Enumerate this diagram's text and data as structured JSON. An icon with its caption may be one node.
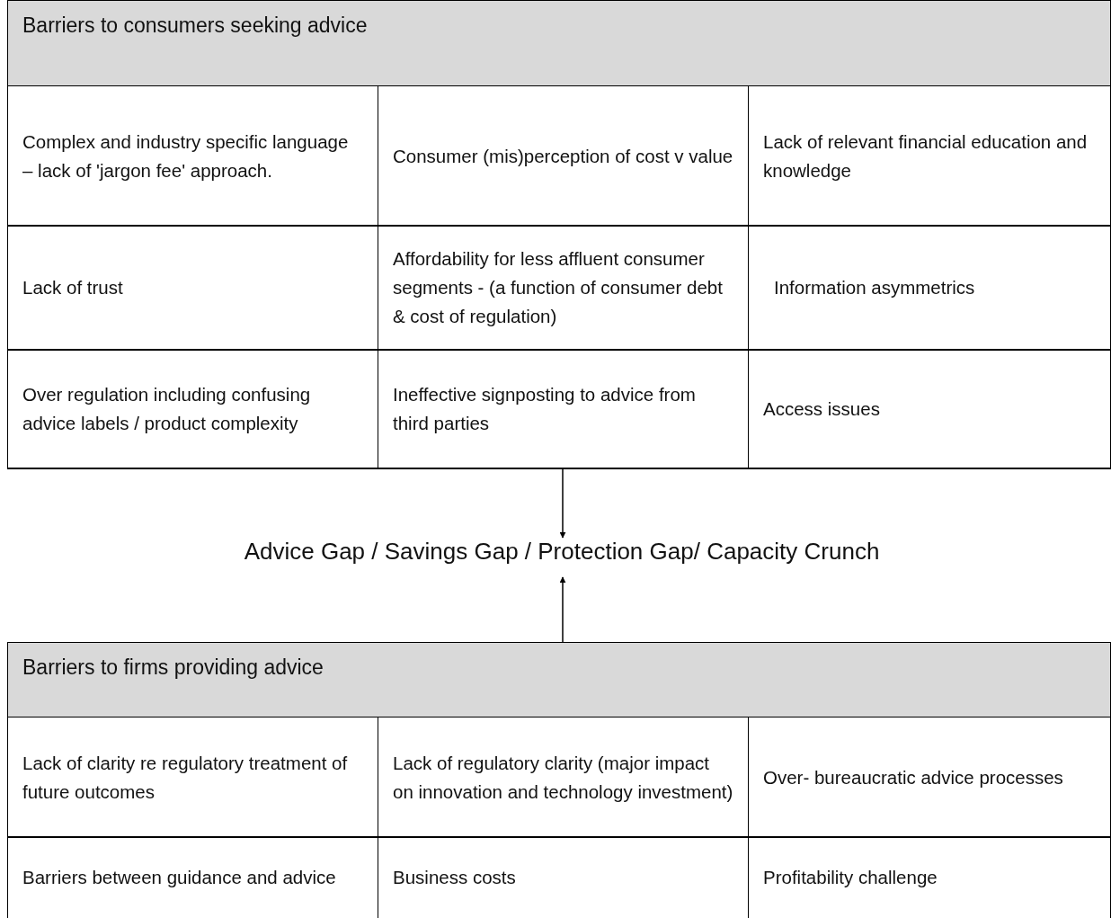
{
  "diagram": {
    "nodes": [
      {
        "text": [
          "Barriers to consumers seeking advice"
        ]
      },
      {
        "text": [
          "Complex and industry specific language – lack of 'jargon fee' approach."
        ],
        "in": 0
      },
      {
        "text": [
          "Consumer (mis)perception of cost v value"
        ],
        "in": 0
      },
      {
        "text": [
          "Lack of relevant financial education and knowledge"
        ],
        "in": 0
      },
      {
        "text": [
          "Lack of trust"
        ],
        "in": 0
      },
      {
        "text": [
          "Affordability for less affluent consumer segments - (a function of consumer debt & cost of regulation)"
        ],
        "in": 0
      },
      {
        "text": [
          "Information asymmetrics"
        ],
        "in": 0
      },
      {
        "text": [
          "Over regulation including confusing advice labels / product complexity"
        ],
        "in": 0
      },
      {
        "text": [
          "Ineffective signposting to advice from third parties"
        ],
        "in": 0
      },
      {
        "text": [
          "Access issues"
        ],
        "in": 0
      },
      {
        "text": [
          "Advice Gap / Savings Gap / Protection Gap/ Capacity Crunch"
        ]
      },
      {
        "text": [
          "Barriers to firms providing advice"
        ]
      },
      {
        "text": [
          "Lack of clarity re regulatory treatment of future outcomes"
        ],
        "in": 11
      },
      {
        "text": [
          "Lack of regulatory clarity (major impact on innovation and technology investment)"
        ],
        "in": 11
      },
      {
        "text": [
          "Over- bureaucratic advice processes"
        ],
        "in": 11
      },
      {
        "text": [
          "Barriers between guidance and advice"
        ],
        "in": 11
      },
      {
        "text": [
          "Business costs"
        ],
        "in": 11
      },
      {
        "text": [
          "Profitability challenge"
        ],
        "in": 11
      }
    ],
    "edges": [
      {
        "from": 0,
        "to": 10,
        "arrow": "to"
      },
      {
        "from": 11,
        "to": 10,
        "arrow": "to"
      }
    ]
  }
}
